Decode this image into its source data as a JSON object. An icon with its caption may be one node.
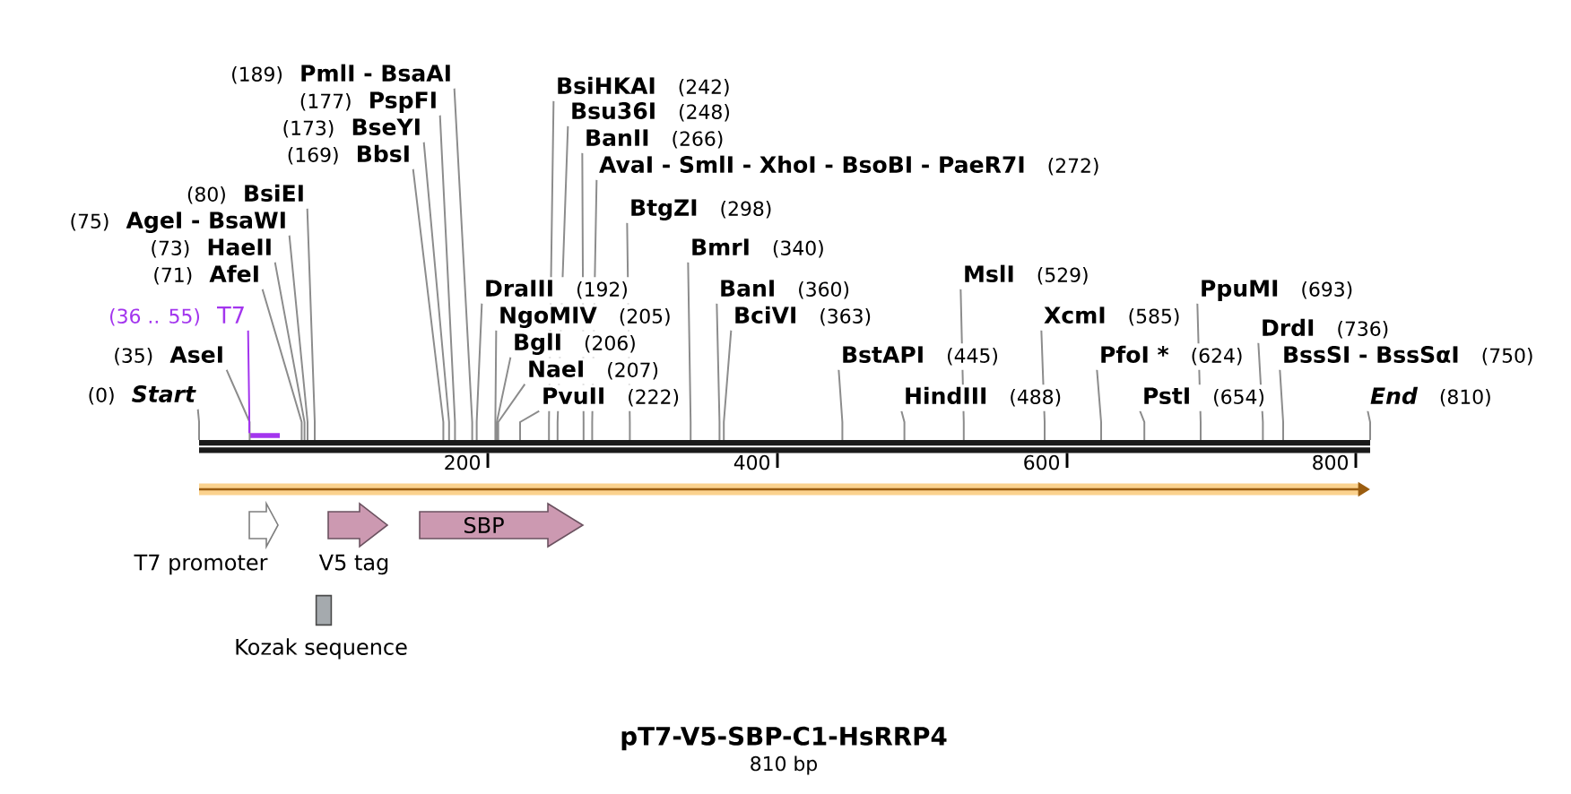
{
  "diagram": {
    "title": "pT7-V5-SBP-C1-HsRRP4",
    "caption": "810 bp",
    "nodes": [
      {
        "text": [
          "(0)",
          "Start"
        ]
      },
      {
        "text": [
          "(35)",
          "AseI"
        ]
      },
      {
        "text": [
          "(36 .. 55)",
          "T7"
        ]
      },
      {
        "text": [
          "(71)",
          "AfeI"
        ]
      },
      {
        "text": [
          "(73)",
          "HaeII"
        ]
      },
      {
        "text": [
          "(75)",
          "AgeI - BsaWI"
        ]
      },
      {
        "text": [
          "(80)",
          "BsiEI"
        ]
      },
      {
        "text": [
          "(169)",
          "BbsI"
        ]
      },
      {
        "text": [
          "(173)",
          "BseYI"
        ]
      },
      {
        "text": [
          "(177)",
          "PspFI"
        ]
      },
      {
        "text": [
          "(189)",
          "PmlI - BsaAI"
        ]
      },
      {
        "text": [
          "DraIII",
          "(192)"
        ]
      },
      {
        "text": [
          "NgoMIV",
          "(205)"
        ]
      },
      {
        "text": [
          "BglI",
          "(206)"
        ]
      },
      {
        "text": [
          "NaeI",
          "(207)"
        ]
      },
      {
        "text": [
          "PvuII",
          "(222)"
        ]
      },
      {
        "text": [
          "BsiHKAI",
          "(242)"
        ]
      },
      {
        "text": [
          "Bsu36I",
          "(248)"
        ]
      },
      {
        "text": [
          "BanII",
          "(266)"
        ]
      },
      {
        "text": [
          "AvaI - SmlI - XhoI - BsoBI - PaeR7I",
          "(272)"
        ]
      },
      {
        "text": [
          "BtgZI",
          "(298)"
        ]
      },
      {
        "text": [
          "BmrI",
          "(340)"
        ]
      },
      {
        "text": [
          "BanI",
          "(360)"
        ]
      },
      {
        "text": [
          "BciVI",
          "(363)"
        ]
      },
      {
        "text": [
          "BstAPI",
          "(445)"
        ]
      },
      {
        "text": [
          "HindIII",
          "(488)"
        ]
      },
      {
        "text": [
          "MslI",
          "(529)"
        ]
      },
      {
        "text": [
          "XcmI",
          "(585)"
        ]
      },
      {
        "text": [
          "PfoI *",
          "(624)"
        ]
      },
      {
        "text": [
          "PstI",
          "(654)"
        ]
      },
      {
        "text": [
          "PpuMI",
          "(693)"
        ]
      },
      {
        "text": [
          "DrdI",
          "(736)"
        ]
      },
      {
        "text": [
          "BssSI - BssSαI",
          "(750)"
        ]
      },
      {
        "text": [
          "End",
          "(810)"
        ]
      },
      {
        "text": [],
        "shape": "bar"
      },
      {
        "text": [],
        "shape": "bar"
      },
      {
        "text": [],
        "shape": "arrow",
        "beside": [
          "T7 promoter"
        ]
      },
      {
        "text": [],
        "shape": "arrow",
        "beside": [
          "V5 tag"
        ]
      },
      {
        "text": [
          "SBP"
        ]
      },
      {
        "text": [],
        "shape": "box",
        "beside": [
          "Kozak sequence"
        ]
      }
    ],
    "edges": [
      {
        "from": 0,
        "to": 35,
        "arrow": "none"
      },
      {
        "from": 1,
        "to": 35,
        "arrow": "none"
      },
      {
        "from": 2,
        "to": 34,
        "arrow": "none",
        "color": "#a335ee"
      },
      {
        "from": 3,
        "to": 35,
        "arrow": "none"
      },
      {
        "from": 4,
        "to": 35,
        "arrow": "none"
      },
      {
        "from": 5,
        "to": 35,
        "arrow": "none"
      },
      {
        "from": 6,
        "to": 35,
        "arrow": "none"
      },
      {
        "from": 7,
        "to": 35,
        "arrow": "none"
      },
      {
        "from": 8,
        "to": 35,
        "arrow": "none"
      },
      {
        "from": 9,
        "to": 35,
        "arrow": "none"
      },
      {
        "from": 10,
        "to": 35,
        "arrow": "none"
      },
      {
        "from": 11,
        "to": 35,
        "arrow": "none"
      },
      {
        "from": 12,
        "to": 35,
        "arrow": "none"
      },
      {
        "from": 13,
        "to": 35,
        "arrow": "none"
      },
      {
        "from": 14,
        "to": 35,
        "arrow": "none"
      },
      {
        "from": 15,
        "to": 35,
        "arrow": "none"
      },
      {
        "from": 16,
        "to": 35,
        "arrow": "none"
      },
      {
        "from": 17,
        "to": 35,
        "arrow": "none"
      },
      {
        "from": 18,
        "to": 35,
        "arrow": "none"
      },
      {
        "from": 19,
        "to": 35,
        "arrow": "none"
      },
      {
        "from": 20,
        "to": 35,
        "arrow": "none"
      },
      {
        "from": 21,
        "to": 35,
        "arrow": "none"
      },
      {
        "from": 22,
        "to": 35,
        "arrow": "none"
      },
      {
        "from": 23,
        "to": 35,
        "arrow": "none"
      },
      {
        "from": 24,
        "to": 35,
        "arrow": "none"
      },
      {
        "from": 25,
        "to": 35,
        "arrow": "none"
      },
      {
        "from": 26,
        "to": 35,
        "arrow": "none"
      },
      {
        "from": 27,
        "to": 35,
        "arrow": "none"
      },
      {
        "from": 28,
        "to": 35,
        "arrow": "none"
      },
      {
        "from": 29,
        "to": 35,
        "arrow": "none"
      },
      {
        "from": 30,
        "to": 35,
        "arrow": "none"
      },
      {
        "from": 31,
        "to": 35,
        "arrow": "none"
      },
      {
        "from": 32,
        "to": 35,
        "arrow": "none"
      },
      {
        "from": 33,
        "to": 35,
        "arrow": "none"
      }
    ],
    "labels": [
      "200",
      "400",
      "600",
      "800"
    ]
  }
}
